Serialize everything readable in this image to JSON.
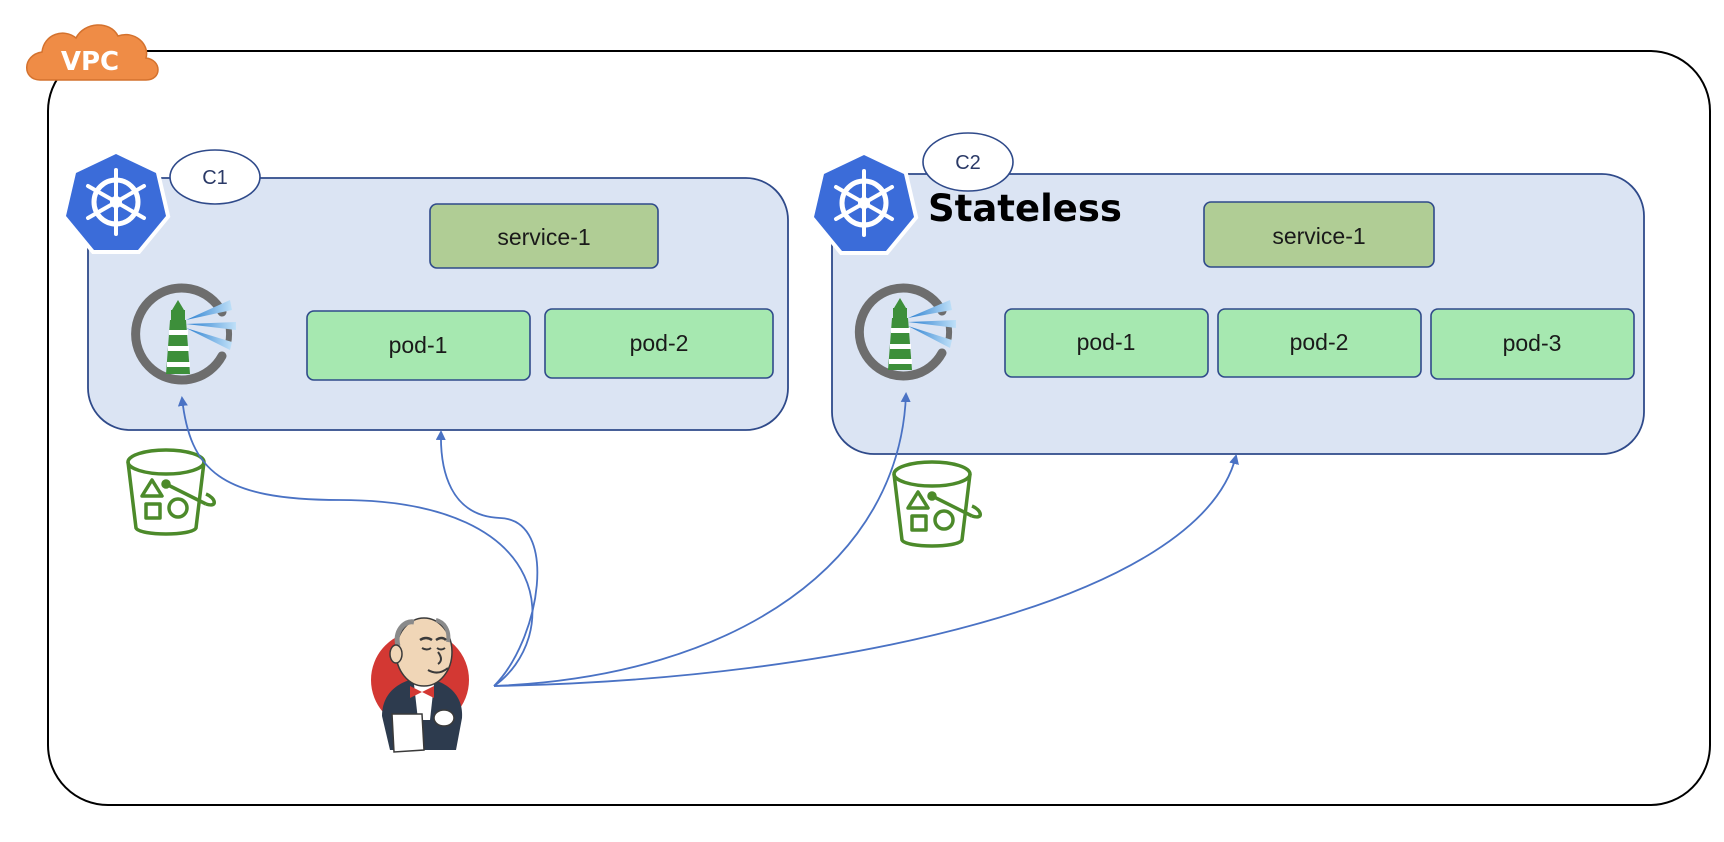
{
  "vpc": {
    "label": "VPC",
    "cloud_color": "#ef8c46"
  },
  "clusters": [
    {
      "id": "c1",
      "name": "C1",
      "title": "",
      "service": "service-1",
      "pods": [
        "pod-1",
        "pod-2"
      ],
      "icons": [
        "kubernetes-icon",
        "lighthouse-icon",
        "bucket-icon"
      ]
    },
    {
      "id": "c2",
      "name": "C2",
      "title": "Stateless",
      "service": "service-1",
      "pods": [
        "pod-1",
        "pod-2",
        "pod-3"
      ],
      "icons": [
        "kubernetes-icon",
        "lighthouse-icon",
        "bucket-icon"
      ]
    }
  ],
  "source": {
    "icon": "jenkins-icon"
  },
  "colors": {
    "cluster_fill": "#dbe4f3",
    "cluster_stroke": "#2f4a8a",
    "service_fill": "#b0cd95",
    "pod_fill": "#a6e8b0",
    "k8s_blue": "#3b6cd9",
    "arrow": "#4a72c4",
    "bucket_green": "#4c8a2a"
  }
}
